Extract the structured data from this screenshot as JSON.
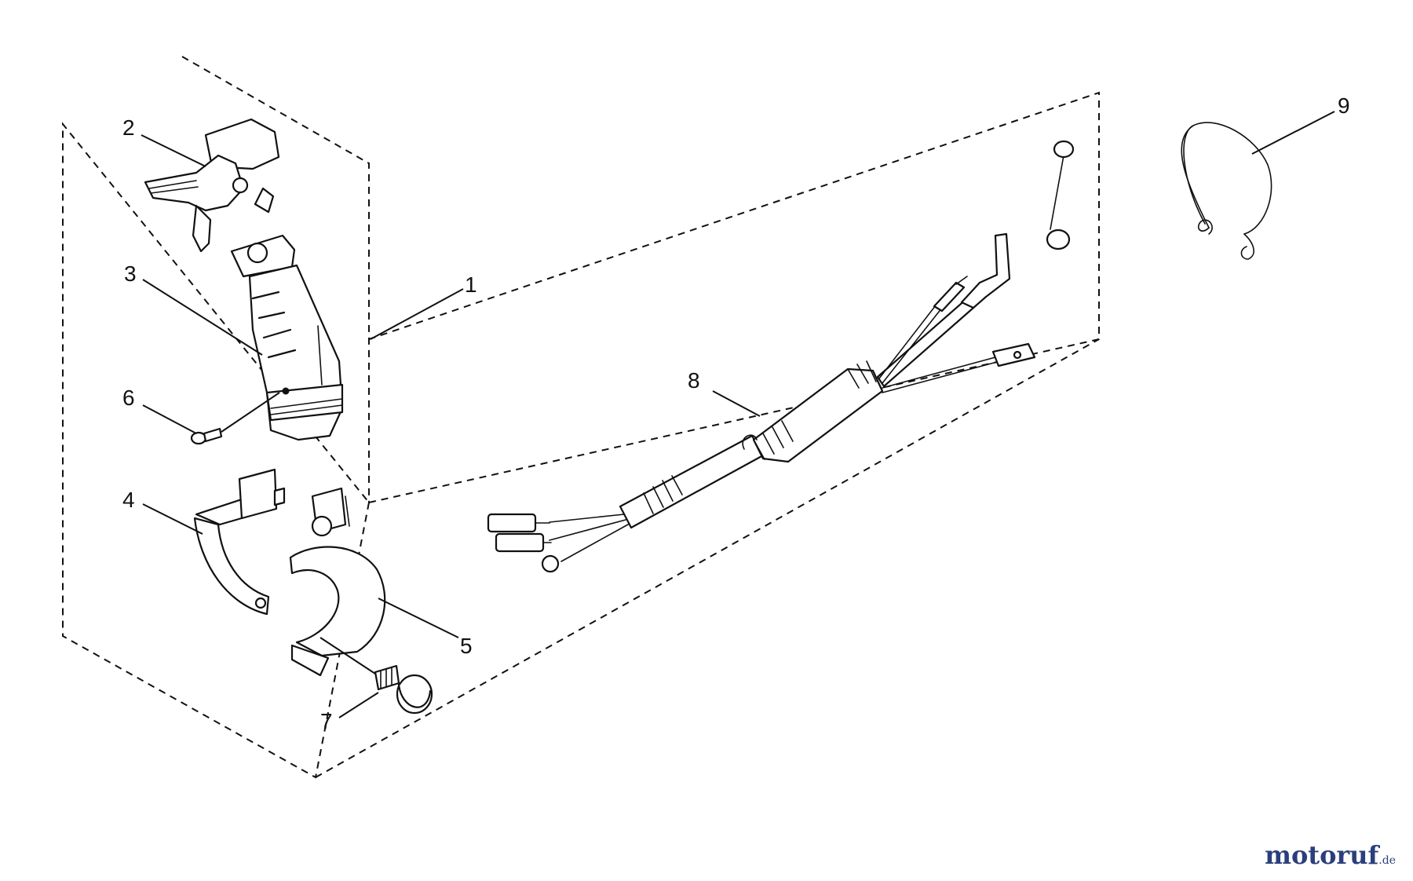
{
  "callouts": [
    {
      "id": "1",
      "label": "1"
    },
    {
      "id": "2",
      "label": "2"
    },
    {
      "id": "3",
      "label": "3"
    },
    {
      "id": "4",
      "label": "4"
    },
    {
      "id": "5",
      "label": "5"
    },
    {
      "id": "6",
      "label": "6"
    },
    {
      "id": "7",
      "label": "7"
    },
    {
      "id": "8",
      "label": "8"
    },
    {
      "id": "9",
      "label": "9"
    }
  ],
  "watermark": {
    "brand": "motoruf",
    "suffix": ".de"
  }
}
